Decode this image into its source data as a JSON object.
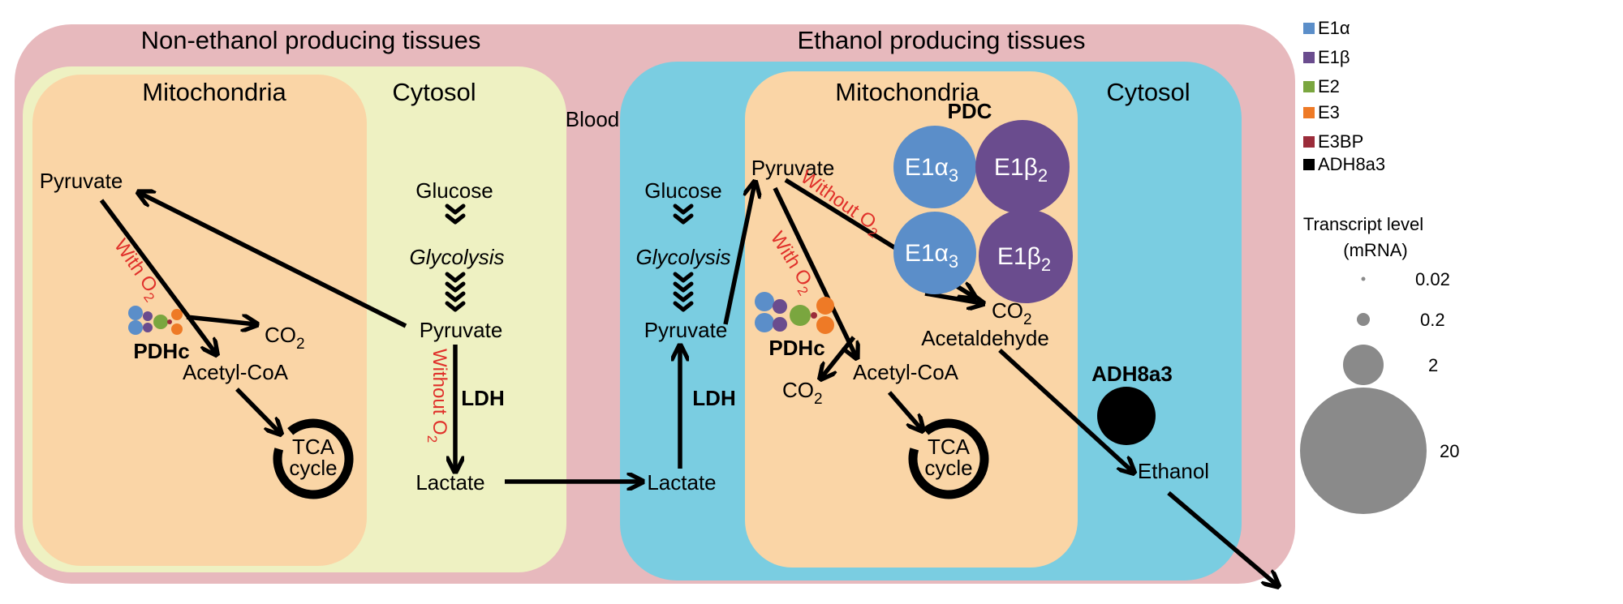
{
  "regions": {
    "non_ethanol": "Non-ethanol producing tissues",
    "ethanol": "Ethanol producing tissues",
    "blood": "Blood",
    "mito": "Mitochondria",
    "cytosol": "Cytosol"
  },
  "metabolites": {
    "glucose": "Glucose",
    "glycolysis": "Glycolysis",
    "pyruvate": "Pyruvate",
    "lactate": "Lactate",
    "acetyl_coa": "Acetyl-CoA",
    "co2": "CO",
    "co2_sub": "2",
    "acetaldehyde": "Acetaldehyde",
    "ethanol": "Ethanol",
    "tca1": "TCA",
    "tca2": "cycle"
  },
  "enzymes": {
    "ldh": "LDH",
    "pdhc": "PDHc",
    "pdc": "PDC",
    "adh": "ADH8a3",
    "e1a3": "E1α",
    "e1a3_sub": "3",
    "e1b2": "E1β",
    "e1b2_sub": "2"
  },
  "conditions": {
    "with_o2": "With O",
    "without_o2": "Without O",
    "o2_sub": "2"
  },
  "legend": {
    "items": [
      {
        "label": "E1α",
        "color": "#5b8ec9"
      },
      {
        "label": "E1β",
        "color": "#6a4c8e"
      },
      {
        "label": "E2",
        "color": "#7aa63f"
      },
      {
        "label": "E3",
        "color": "#ee7a26"
      },
      {
        "label": "E3BP",
        "color": "#9b2c3a"
      },
      {
        "label": "ADH8a3",
        "color": "#000000"
      }
    ],
    "size_title_1": "Transcript level",
    "size_title_2": "(mRNA)",
    "sizes": [
      "0.02",
      "0.2",
      "2",
      "20"
    ]
  },
  "colors": {
    "outer": "#e7b9bd",
    "pale": "#eef1c2",
    "mito": "#fad5a6",
    "blue": "#7acde1",
    "e1a": "#5b8ec9",
    "e1b": "#6a4c8e",
    "e2": "#7aa63f",
    "e3": "#ee7a26",
    "e3bp": "#9b2c3a",
    "red": "#e0302a",
    "grey": "#8a8a8a"
  }
}
